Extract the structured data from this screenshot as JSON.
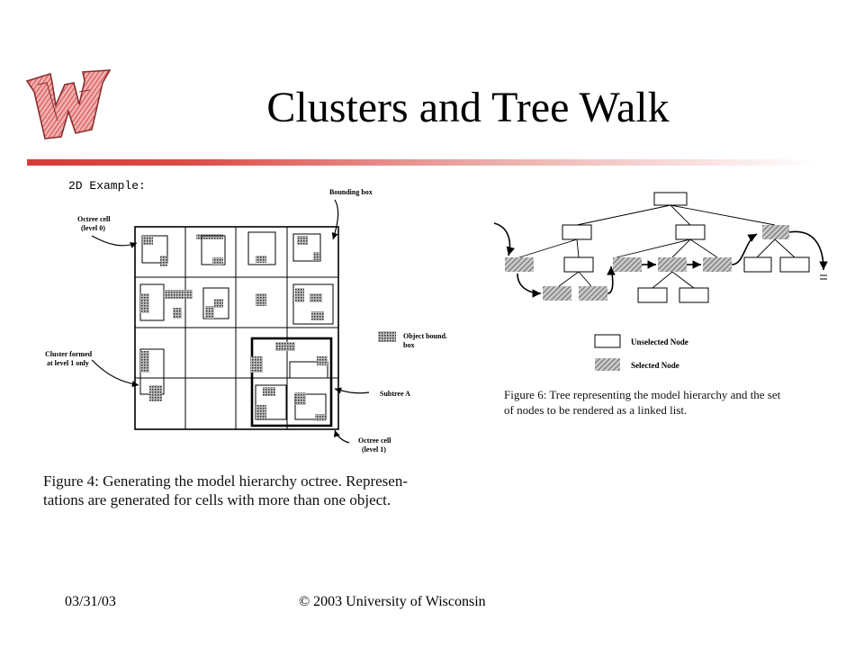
{
  "slide": {
    "title": "Clusters and Tree Walk",
    "footer_date": "03/31/03",
    "footer_copyright": "© 2003 University of Wisconsin"
  },
  "figure4": {
    "heading": "2D Example:",
    "labels": {
      "bounding_box": "Bounding box",
      "octree_cell_0_line1": "Octree cell",
      "octree_cell_0_line2": "(level 0)",
      "object_bound_line1": "Object bound.",
      "object_bound_line2": "box",
      "cluster_line1": "Cluster formed",
      "cluster_line2": "at level 1 only",
      "subtree": "Subtree   A",
      "octree_cell_1_line1": "Octree cell",
      "octree_cell_1_line2": "(level 1)"
    },
    "caption_line1": "Figure 4: Generating the model hierarchy octree. Represen-",
    "caption_line2": "tations are generated for cells with more than one object."
  },
  "figure6": {
    "legend_unselected": "Unselected Node",
    "legend_selected": "Selected Node",
    "caption_line1": "Figure 6: Tree representing the model hierarchy and the set",
    "caption_line2": "of nodes to be rendered as a linked list."
  },
  "colors": {
    "accent_rule": "#d63a36",
    "logo_red": "#e06a6a"
  }
}
